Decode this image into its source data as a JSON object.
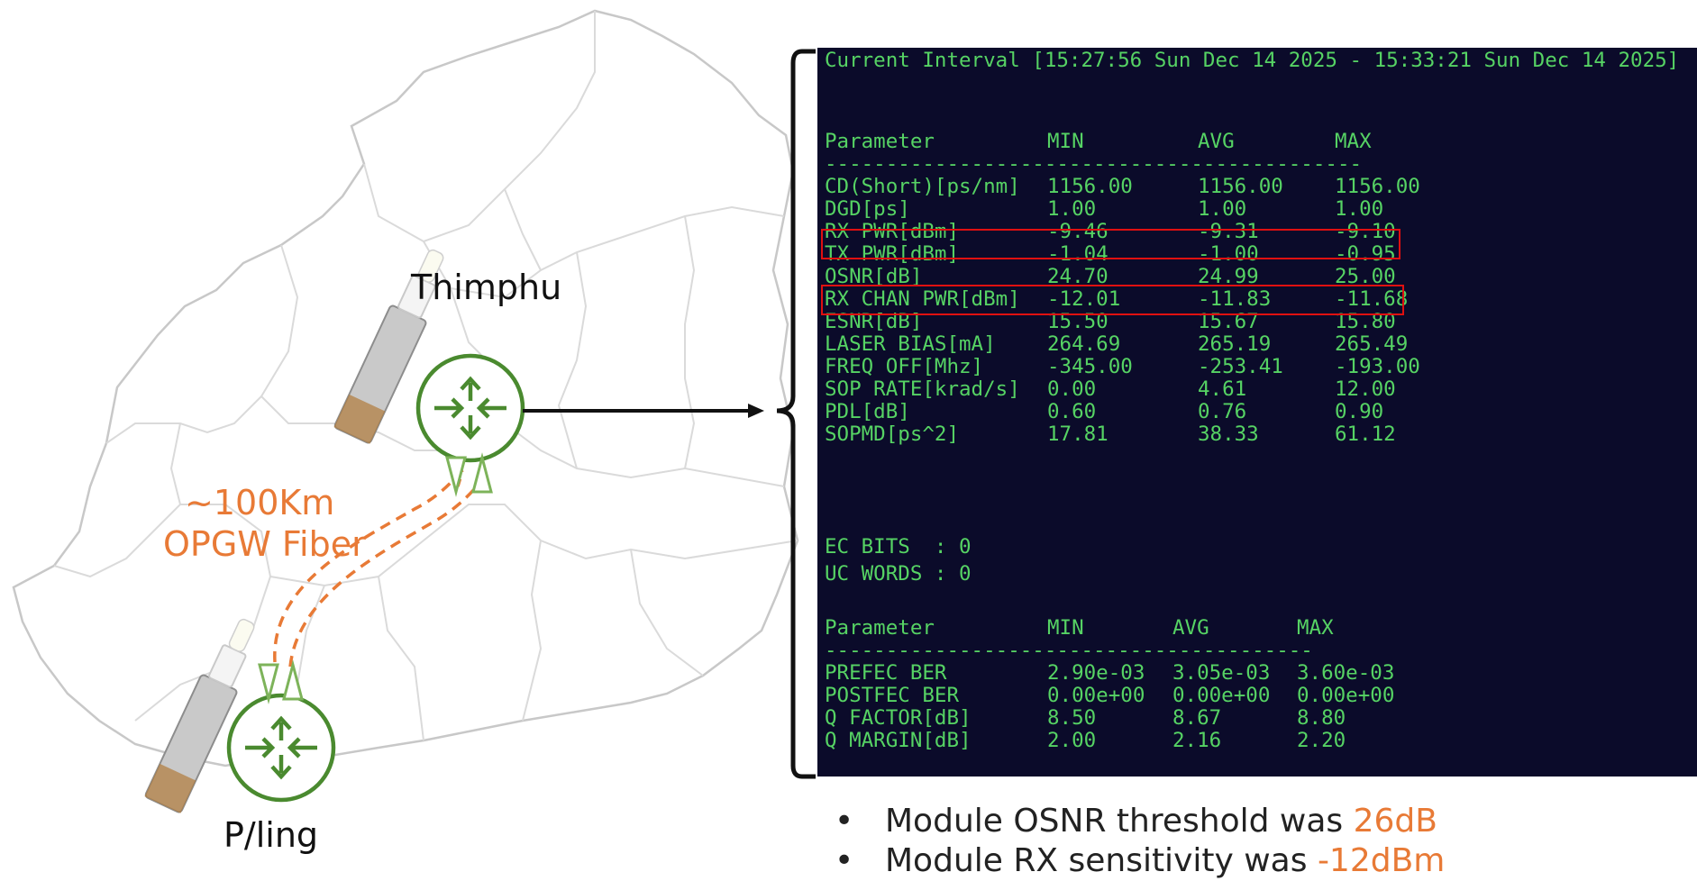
{
  "sites": {
    "thimphu": "Thimphu",
    "pling": "P/ling"
  },
  "link": {
    "distance": "~100Km",
    "medium": "OPGW Fiber"
  },
  "terminal": {
    "header": "Current Interval [15:27:56 Sun Dec 14 2025 - 15:33:21 Sun Dec 14 2025]",
    "table1": {
      "columns": [
        "Parameter",
        "MIN",
        "AVG",
        "MAX"
      ],
      "separator": "--------------------------------------------",
      "rows": [
        [
          "CD(Short)[ps/nm]",
          "1156.00",
          "1156.00",
          "1156.00"
        ],
        [
          "DGD[ps]",
          "1.00",
          "1.00",
          "1.00"
        ],
        [
          "RX PWR[dBm]",
          "-9.46",
          "-9.31",
          "-9.10"
        ],
        [
          "TX PWR[dBm]",
          "-1.04",
          "-1.00",
          "-0.95"
        ],
        [
          "OSNR[dB]",
          "24.70",
          "24.99",
          "25.00"
        ],
        [
          "RX CHAN PWR[dBm]",
          "-12.01",
          "-11.83",
          "-11.68"
        ],
        [
          "ESNR[dB]",
          "15.50",
          "15.67",
          "15.80"
        ],
        [
          "LASER BIAS[mA]",
          "264.69",
          "265.19",
          "265.49"
        ],
        [
          "FREQ OFF[Mhz]",
          "-345.00",
          "-253.41",
          "-193.00"
        ],
        [
          "SOP RATE[krad/s]",
          "0.00",
          "4.61",
          "12.00"
        ],
        [
          "PDL[dB]",
          "0.60",
          "0.76",
          "0.90"
        ],
        [
          "SOPMD[ps^2]",
          "17.81",
          "38.33",
          "61.12"
        ]
      ]
    },
    "counters": [
      "EC BITS  : 0",
      "UC WORDS : 0"
    ],
    "table2": {
      "columns": [
        "Parameter",
        "MIN",
        "AVG",
        "MAX"
      ],
      "separator": "----------------------------------------",
      "rows": [
        [
          "PREFEC BER",
          "2.90e-03",
          "3.05e-03",
          "3.60e-03"
        ],
        [
          "POSTFEC BER",
          "0.00e+00",
          "0.00e+00",
          "0.00e+00"
        ],
        [
          "Q FACTOR[dB]",
          "8.50",
          "8.67",
          "8.80"
        ],
        [
          "Q MARGIN[dB]",
          "2.00",
          "2.16",
          "2.20"
        ]
      ]
    },
    "highlighted_rows": [
      "RX PWR[dBm]",
      "OSNR[dB]"
    ]
  },
  "notes": [
    {
      "bullet": "•",
      "text": "Module OSNR threshold was ",
      "value": "26dB"
    },
    {
      "bullet": "•",
      "text": "Module RX sensitivity was ",
      "value": "-12dBm"
    }
  ],
  "colors": {
    "router": "#4a8a2f",
    "fiber": "#e87a36",
    "terminal_bg": "#0b0b2a",
    "terminal_text": "#56d364",
    "highlight_box": "#e01010"
  }
}
